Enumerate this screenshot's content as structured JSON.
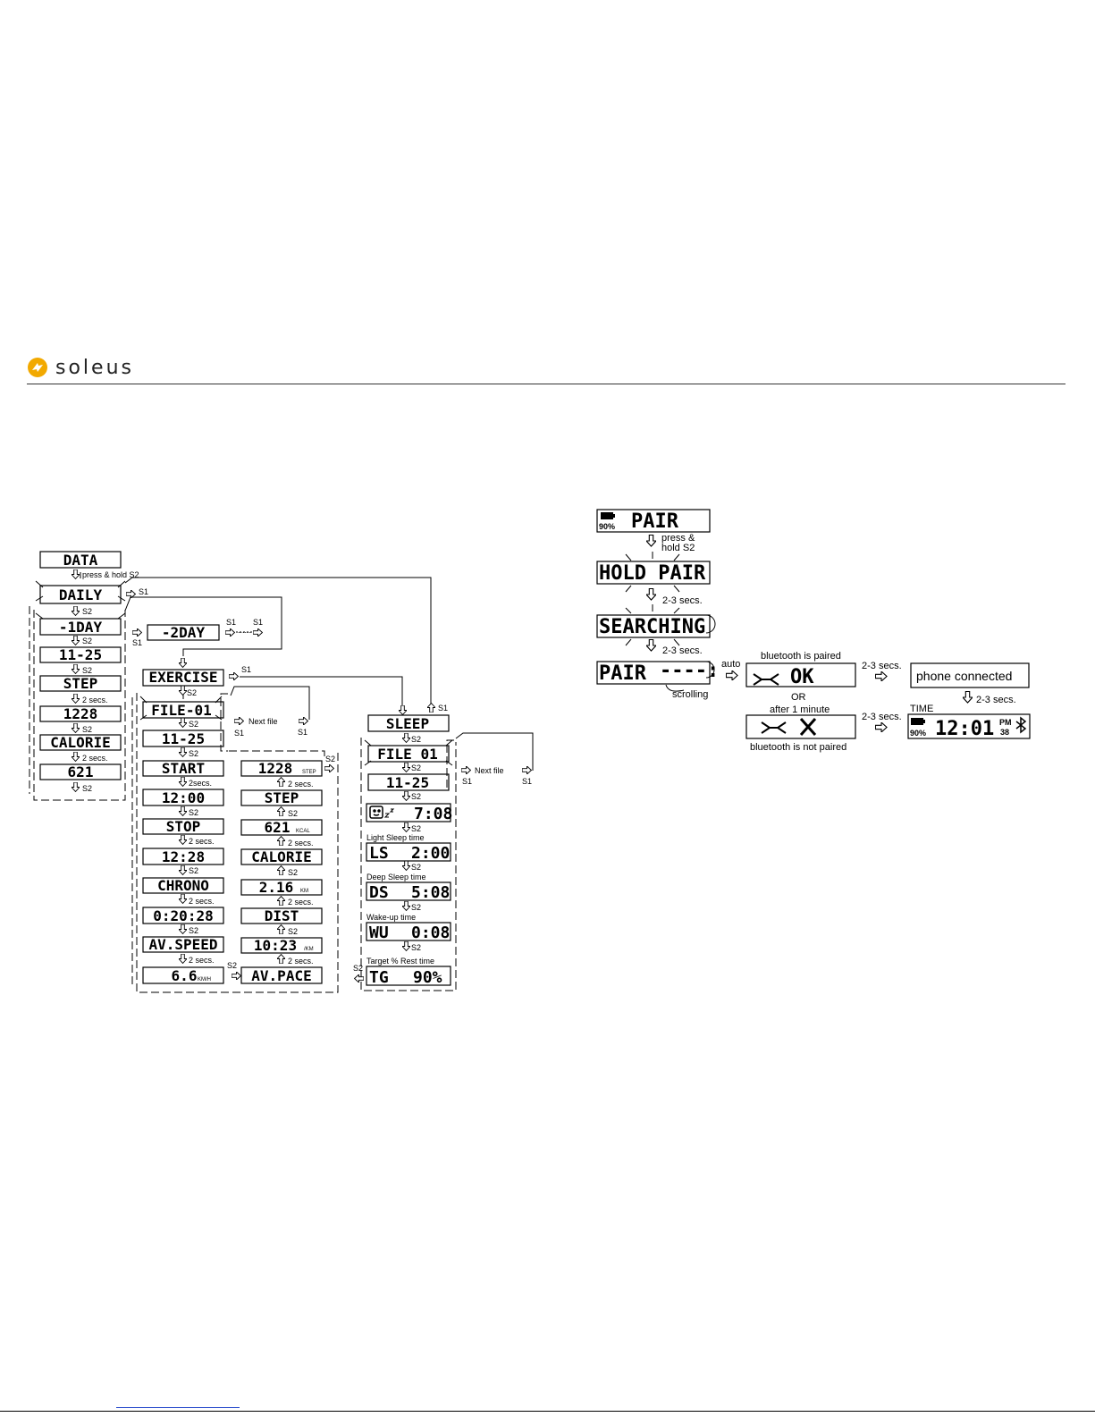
{
  "brand": {
    "name": "soleus",
    "color": "#f2a900"
  },
  "data_menu": {
    "data": "DATA",
    "press_hold_s2": "press & hold S2",
    "daily": "DAILY",
    "minus1day": "-1DAY",
    "minus2day": "-2DAY",
    "date": "11-25",
    "step": "STEP",
    "step_value": "1228",
    "calorie": "CALORIE",
    "calorie_value": "621",
    "s1": "S1",
    "s2": "S2",
    "two_secs": "2 secs.",
    "two_secs_alt": "2secs.",
    "dots": "......"
  },
  "exercise": {
    "title": "EXERCISE",
    "file": "FILE-01",
    "next_file": "Next file",
    "date": "11-25",
    "start": "START",
    "start_time": "12:00",
    "stop": "STOP",
    "stop_time": "12:28",
    "chrono": "CHRONO",
    "chrono_value": "0:20:28",
    "av_speed": "AV.SPEED",
    "speed_value": "6.6",
    "speed_unit": "KM/H",
    "steps_value": "1228",
    "steps_unit": "STEP",
    "step": "STEP",
    "kcal_value": "621",
    "kcal_unit": "KCAL",
    "calorie": "CALORIE",
    "dist_value": "2.16",
    "dist_unit": "KM",
    "dist": "DIST",
    "pace_value": "10:23",
    "pace_unit": "/KM",
    "av_pace": "AV.PACE"
  },
  "sleep": {
    "title": "SLEEP",
    "file": "FILE 01",
    "next_file": "Next file",
    "date": "11-25",
    "sleep_time": "7:08",
    "light_label": "Light Sleep time",
    "ls": "LS",
    "ls_value": "2:00",
    "deep_label": "Deep Sleep time",
    "ds": "DS",
    "ds_value": "5:08",
    "wake_label": "Wake-up time",
    "wu": "WU",
    "wu_value": "0:08",
    "target_label": "Target % Rest time",
    "tg": "TG",
    "tg_value": "90%"
  },
  "pairing": {
    "battery": "90%",
    "pair": "PAIR",
    "press_hold": "press &",
    "hold_s2": "hold S2",
    "hold_pair": "HOLD PAIR",
    "secs_2_3": "2-3 secs.",
    "searching": "SEARCHING",
    "pair_dashes": "----:",
    "scrolling": "scrolling",
    "auto": "auto",
    "bt_paired": "bluetooth is paired",
    "ok": "OK",
    "or": "OR",
    "after_minute": "after 1 minute",
    "bt_not_paired": "bluetooth is not paired",
    "phone_connected": "phone connected",
    "time_label": "TIME",
    "clock": "12:01",
    "pm": "PM",
    "seconds": "38"
  }
}
